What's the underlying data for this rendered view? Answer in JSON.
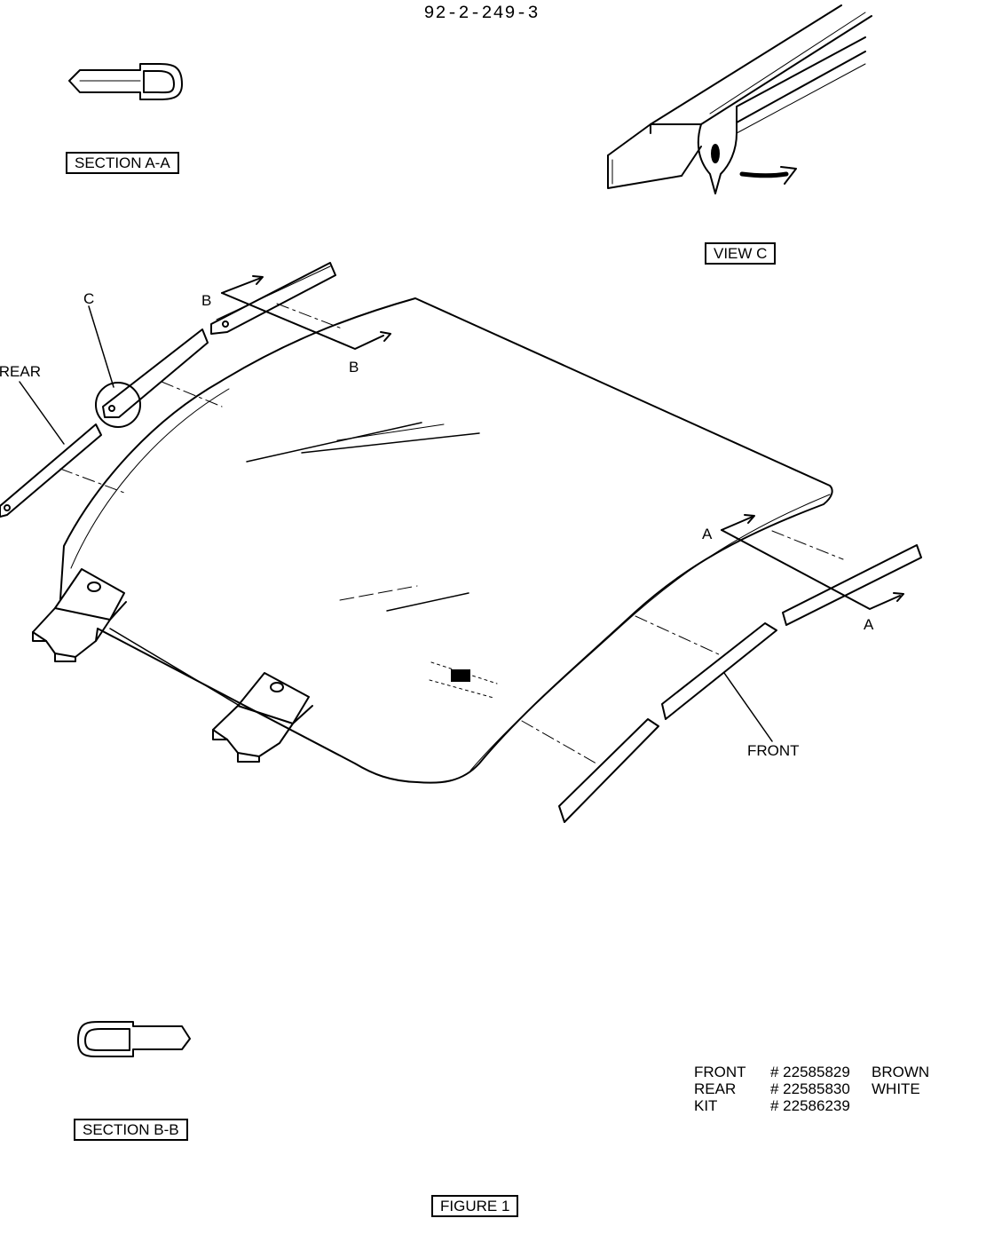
{
  "header": {
    "doc_number": "92-2-249-3"
  },
  "sections": {
    "section_aa": "SECTION A-A",
    "section_bb": "SECTION B-B",
    "view_c": "VIEW C"
  },
  "callouts": {
    "a_top": "A",
    "a_bottom": "A",
    "b_top": "B",
    "b_bottom": "B",
    "c": "C",
    "rear": "REAR",
    "front": "FRONT"
  },
  "parts_table": [
    {
      "name": "FRONT",
      "number": "# 22585829",
      "color": "BROWN"
    },
    {
      "name": "REAR",
      "number": "# 22585830",
      "color": "WHITE"
    },
    {
      "name": "KIT",
      "number": "# 22586239",
      "color": ""
    }
  ],
  "figure_label": "FIGURE 1",
  "colors": {
    "ink": "#000000",
    "paper": "#ffffff"
  }
}
